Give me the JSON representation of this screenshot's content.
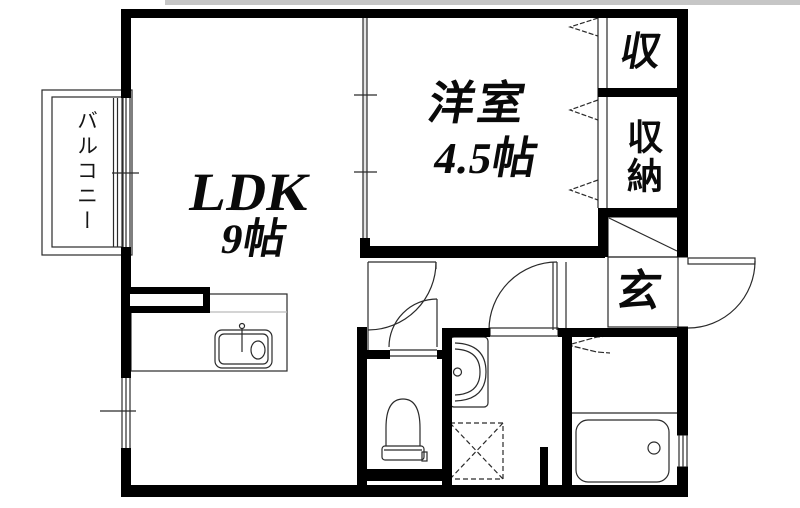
{
  "rooms": {
    "balcony": {
      "label": "バルコニー"
    },
    "ldk": {
      "label": "LDK",
      "size": "9帖"
    },
    "western_room": {
      "label": "洋室",
      "size": "4.5帖"
    },
    "storage": {
      "label": "収"
    },
    "closet": {
      "label": "収納"
    },
    "entrance": {
      "label": "玄"
    }
  },
  "fixtures": [
    "kitchen-sink",
    "toilet",
    "washbasin",
    "bathtub",
    "washing-machine-pan"
  ],
  "colors": {
    "wall": "#000000",
    "line": "#2a2a2a",
    "background": "#ffffff",
    "scan_edge": "#c6c6c6",
    "counter_line": "#bbbbbb"
  }
}
